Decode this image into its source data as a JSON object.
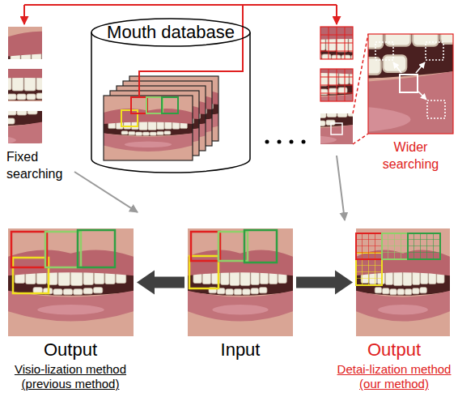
{
  "diagram": {
    "nodes": [
      {
        "text": [
          "Mouth database"
        ]
      },
      {
        "text": [
          "Output",
          "Visio-lization method (previous method)"
        ]
      },
      {
        "text": [
          "Input"
        ]
      },
      {
        "text": [
          "Output",
          "Detai-lization method (our method)"
        ]
      }
    ],
    "edges": [
      {
        "from": 2,
        "to": 1,
        "arrow": "to"
      },
      {
        "from": 2,
        "to": 3,
        "arrow": "to"
      }
    ],
    "labels": [
      "Fixed searching",
      "Wider searching"
    ]
  }
}
